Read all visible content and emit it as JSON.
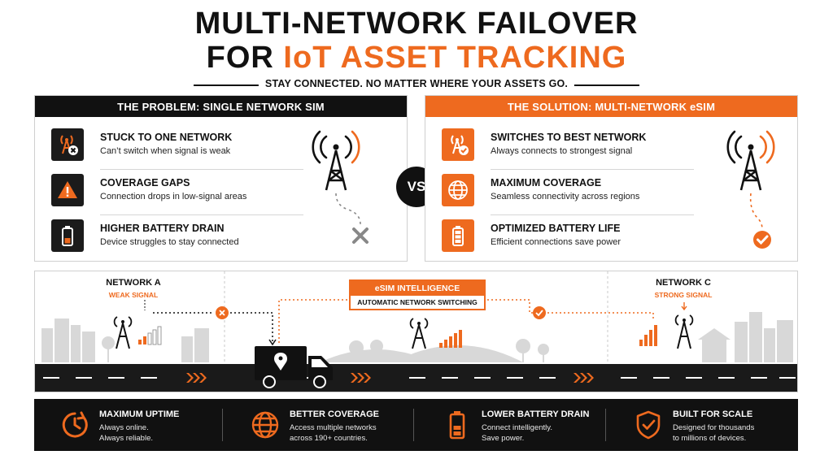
{
  "header": {
    "title_line1": "MULTI-NETWORK FAILOVER",
    "title_line2_prefix": "FOR ",
    "title_line2_accent": "IoT ASSET TRACKING",
    "tagline": "STAY CONNECTED. NO MATTER WHERE YOUR ASSETS GO."
  },
  "problem": {
    "heading": "THE PROBLEM: SINGLE NETWORK SIM",
    "items": [
      {
        "title": "STUCK TO ONE NETWORK",
        "desc": "Can’t switch when signal is weak",
        "icon": "tower-x-icon"
      },
      {
        "title": "COVERAGE GAPS",
        "desc": "Connection drops in low-signal areas",
        "icon": "warning-icon"
      },
      {
        "title": "HIGHER BATTERY DRAIN",
        "desc": "Device struggles to stay connected",
        "icon": "battery-low-icon"
      }
    ]
  },
  "vs_label": "VS",
  "solution": {
    "heading": "THE SOLUTION: MULTI-NETWORK eSIM",
    "items": [
      {
        "title": "SWITCHES TO BEST NETWORK",
        "desc": "Always connects to strongest signal",
        "icon": "tower-check-icon"
      },
      {
        "title": "MAXIMUM COVERAGE",
        "desc": "Seamless connectivity across regions",
        "icon": "globe-icon"
      },
      {
        "title": "OPTIMIZED BATTERY LIFE",
        "desc": "Efficient connections save power",
        "icon": "battery-full-icon"
      }
    ]
  },
  "scene": {
    "network_a": {
      "name": "NETWORK A",
      "signal": "WEAK SIGNAL"
    },
    "esim": {
      "title": "eSIM INTELLIGENCE",
      "subtitle": "AUTOMATIC NETWORK SWITCHING"
    },
    "network_c": {
      "name": "NETWORK C",
      "signal": "STRONG SIGNAL"
    }
  },
  "footer": [
    {
      "title": "MAXIMUM UPTIME",
      "line1": "Always online.",
      "line2": "Always reliable.",
      "icon": "clock-icon"
    },
    {
      "title": "BETTER COVERAGE",
      "line1": "Access multiple networks",
      "line2": "across 190+ countries.",
      "icon": "globe-icon"
    },
    {
      "title": "LOWER BATTERY DRAIN",
      "line1": "Connect intelligently.",
      "line2": "Save power.",
      "icon": "battery-icon"
    },
    {
      "title": "BUILT FOR SCALE",
      "line1": "Designed for thousands",
      "line2": "to millions of devices.",
      "icon": "shield-check-icon"
    }
  ],
  "colors": {
    "accent": "#ee6a1f",
    "dark": "#111111"
  }
}
